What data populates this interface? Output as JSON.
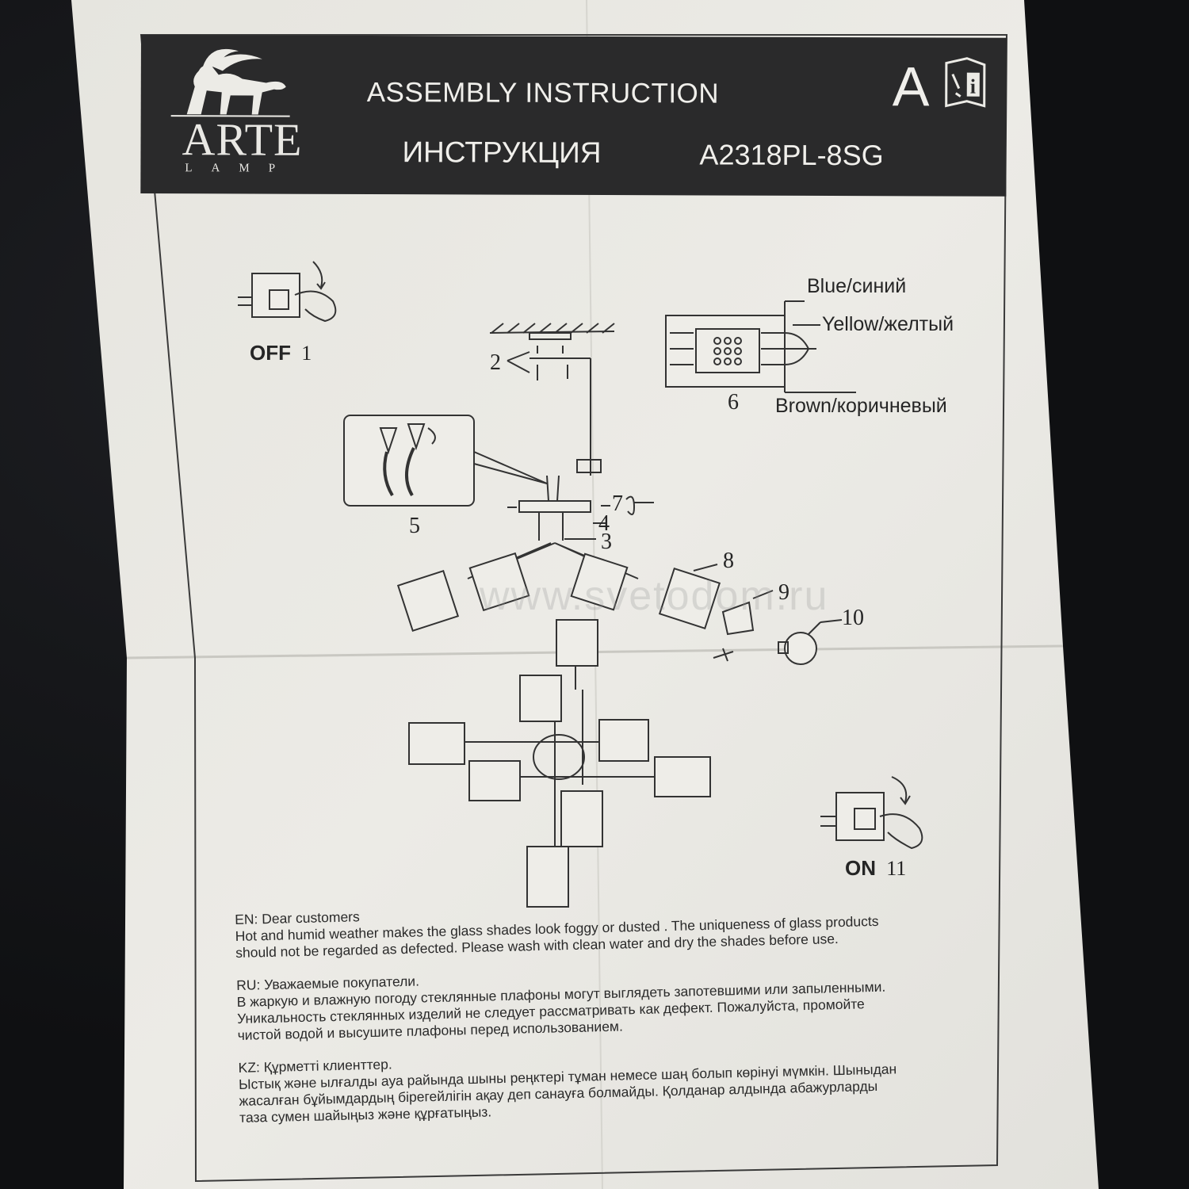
{
  "header": {
    "brand": "ARTE",
    "brand_sub": "LAMP",
    "title_en": "ASSEMBLY INSTRUCTION",
    "title_ru": "ИНСТРУКЦИЯ",
    "model": "A2318PL-8SG",
    "badge_letter": "A",
    "badge_icon": "instruction-book-icon"
  },
  "steps": {
    "off": "OFF",
    "off_num": "1",
    "on": "ON",
    "on_num": "11",
    "n2": "2",
    "n3": "3",
    "n4": "4",
    "n5": "5",
    "n6": "6",
    "n7": "7",
    "n8": "8",
    "n9": "9",
    "n10": "10"
  },
  "wires": {
    "blue": "Blue/синий",
    "yellow": "Yellow/желтый",
    "brown": "Brown/коричневый"
  },
  "watermark": "www.svetodom.ru",
  "notice": {
    "en_head": "EN: Dear customers",
    "en_l1": "Hot and humid weather makes the glass shades look foggy or dusted . The uniqueness of glass products",
    "en_l2": "should not be regarded as defected.  Please wash with clean water and dry the shades before use.",
    "ru_head": "RU: Уважаемые покупатели.",
    "ru_l1": "В жаркую и влажную погоду стеклянные плафоны могут выглядеть запотевшими или запыленными.",
    "ru_l2": "Уникальность стеклянных изделий не следует рассматривать как дефект. Пожалуйста, промойте",
    "ru_l3": "чистой водой и высушите плафоны перед использованием.",
    "kz_head": "KZ: Құрметті клиенттер.",
    "kz_l1": "Ыстық және ылғалды ауа райында шыны реңктері тұман немесе шаң болып көрінуі мүмкін. Шыныдан",
    "kz_l2": "жасалған бұйымдардың бірегейлігін ақау деп санауға болмайды. Қолданар алдында абажурларды",
    "kz_l3": "таза сумен шайыңыз және құрғатыңыз."
  }
}
